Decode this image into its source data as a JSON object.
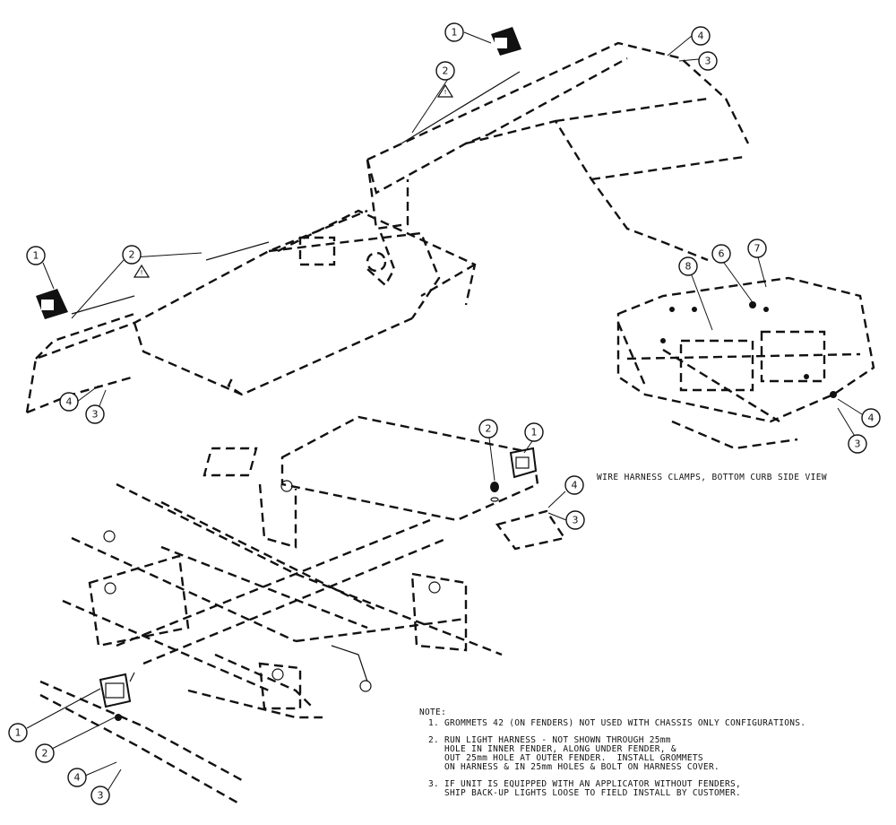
{
  "caption": "WIRE HARNESS CLAMPS, BOTTOM CURB SIDE VIEW",
  "notes": {
    "heading": "NOTE:",
    "items": [
      {
        "num": "1.",
        "text": "GROMMETS 42 (ON FENDERS) NOT USED WITH CHASSIS ONLY CONFIGURATIONS."
      },
      {
        "num": "2.",
        "text": "RUN LIGHT HARNESS - NOT SHOWN THROUGH 25mm\nHOLE IN INNER FENDER, ALONG UNDER FENDER, &\nOUT 25mm HOLE AT OUTER FENDER.  INSTALL GROMMETS\nON HARNESS & IN 25mm HOLES & BOLT ON HARNESS COVER."
      },
      {
        "num": "3.",
        "text": "IF UNIT IS EQUIPPED WITH AN APPLICATOR WITHOUT FENDERS,\nSHIP BACK-UP LIGHTS LOOSE TO FIELD INSTALL BY CUSTOMER."
      }
    ]
  },
  "callouts": {
    "top_fender_right": [
      "1",
      "2",
      "4",
      "3"
    ],
    "top_fender_left": [
      "1",
      "2",
      "4",
      "3"
    ],
    "clamp_detail": [
      "8",
      "6",
      "7",
      "4",
      "3"
    ],
    "chassis_center": [
      "2",
      "1",
      "4",
      "3"
    ],
    "chassis_bottom_left": [
      "1",
      "2",
      "4",
      "3"
    ]
  },
  "warning_symbol": "warning-triangle-icon"
}
